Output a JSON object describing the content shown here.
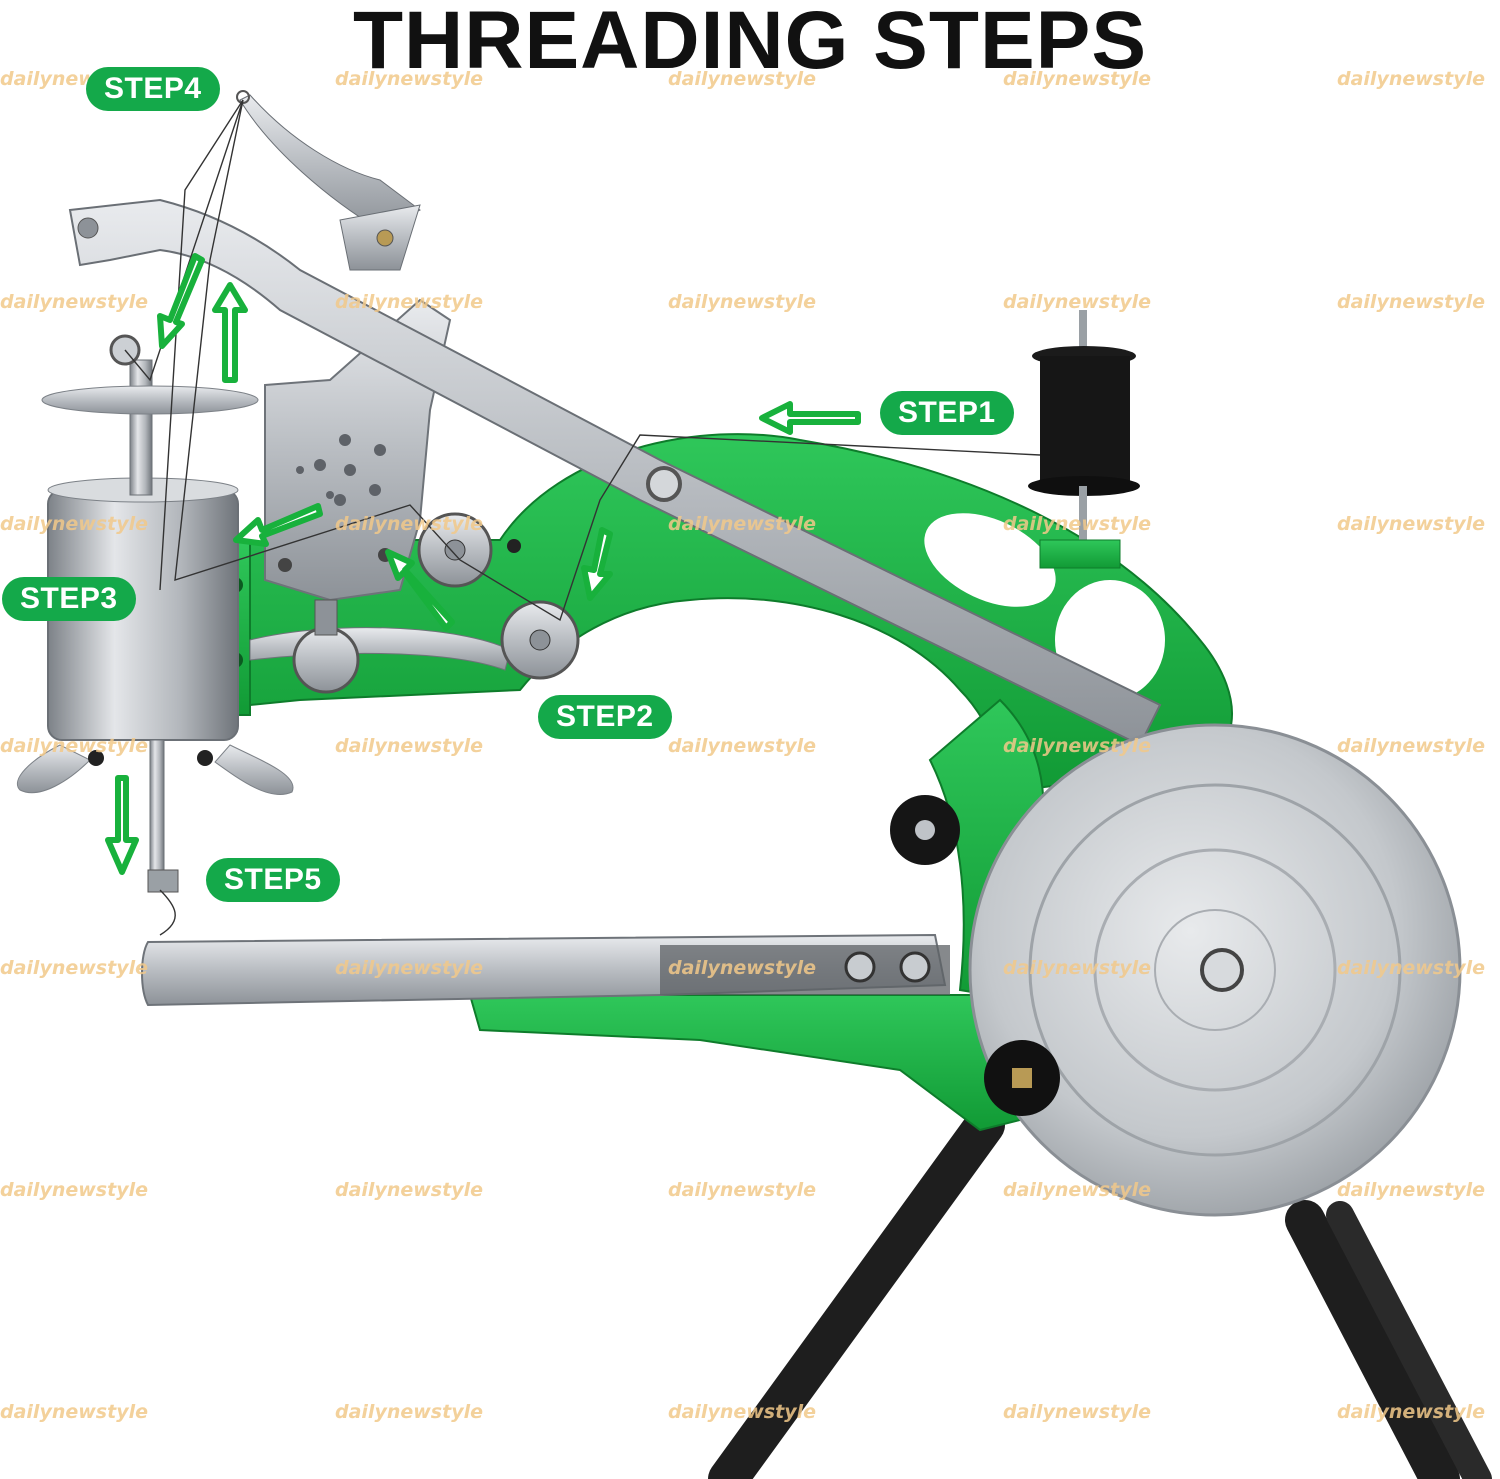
{
  "title": "THREADING STEPS",
  "steps": [
    {
      "id": "step1",
      "label": "STEP1"
    },
    {
      "id": "step2",
      "label": "STEP2"
    },
    {
      "id": "step3",
      "label": "STEP3"
    },
    {
      "id": "step4",
      "label": "STEP4"
    },
    {
      "id": "step5",
      "label": "STEP5"
    }
  ],
  "watermark": "dailynewstyle",
  "colors": {
    "machine_body": "#18b13c",
    "step_badge": "#14a94a",
    "arrow": "#18b13c",
    "metal": "#bfc3c8",
    "legs": "#1e1e1e",
    "watermark": "#f2c98a"
  }
}
